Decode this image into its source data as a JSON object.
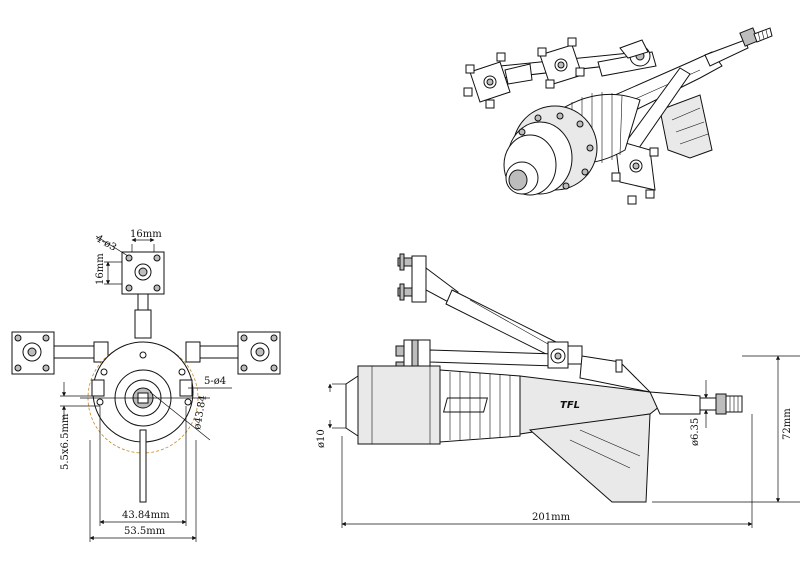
{
  "front_view": {
    "bracket_width": "16mm",
    "bracket_height": "16mm",
    "bracket_hole": "4-ø3",
    "mount_holes": "5-ø4",
    "bolt_circle": "ø43.84",
    "slot": "5.5x6.5mm",
    "inner_width": "43.84mm",
    "outer_width": "53.5mm"
  },
  "side_view": {
    "overall_length": "201mm",
    "height": "72mm",
    "shaft_diameter": "ø6.35",
    "outlet_diameter": "ø10",
    "logo": "TFL"
  }
}
